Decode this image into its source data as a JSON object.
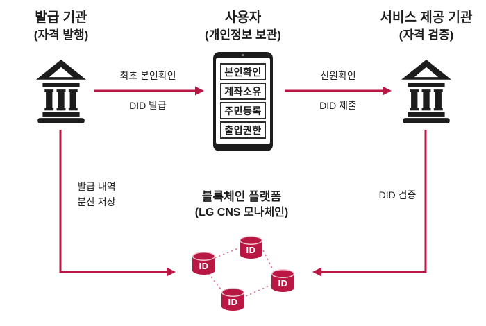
{
  "colors": {
    "accent": "#ba1844",
    "accent_light": "#d67d92",
    "ink": "#1c1c1c"
  },
  "issuer": {
    "title": "발급 기관",
    "subtitle": "(자격 발행)"
  },
  "user": {
    "title": "사용자",
    "subtitle": "(개인정보 보관)",
    "phone_items": [
      "본인확인",
      "계좌소유",
      "주민등록",
      "출입권한"
    ]
  },
  "provider": {
    "title": "서비스 제공 기관",
    "subtitle": "(자격 검증)"
  },
  "blockchain": {
    "title": "블록체인 플랫폼",
    "subtitle": "(LG CNS 모나체인)",
    "node_label": "ID"
  },
  "flows": {
    "issue": {
      "line1": "최초 본인확인",
      "line2": "DID 발급"
    },
    "submit": {
      "line1": "신원확인",
      "line2": "DID 제출"
    },
    "store": {
      "line1": "발급 내역",
      "line2": "분산 저장"
    },
    "verify": {
      "label": "DID 검증"
    }
  }
}
